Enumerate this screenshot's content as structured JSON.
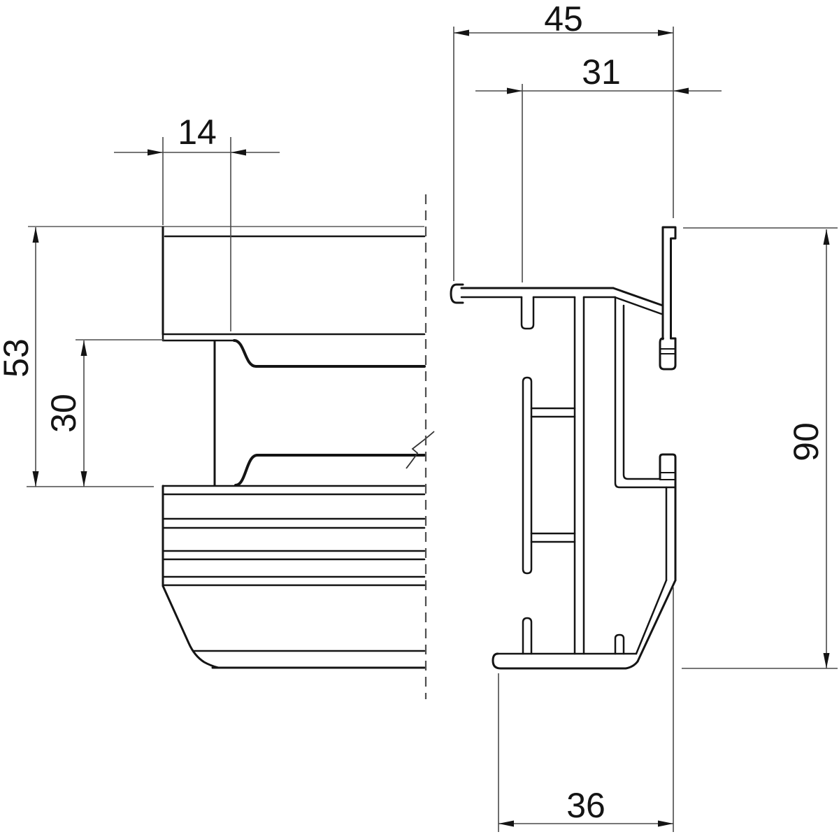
{
  "drawing": {
    "background": "#ffffff",
    "stroke_color": "#141414",
    "dim_line_color": "#4a4a4a",
    "dimensions": {
      "width_14": "14",
      "height_53": "53",
      "height_30": "30",
      "width_45": "45",
      "width_31": "31",
      "height_90": "90",
      "width_36": "36"
    }
  }
}
